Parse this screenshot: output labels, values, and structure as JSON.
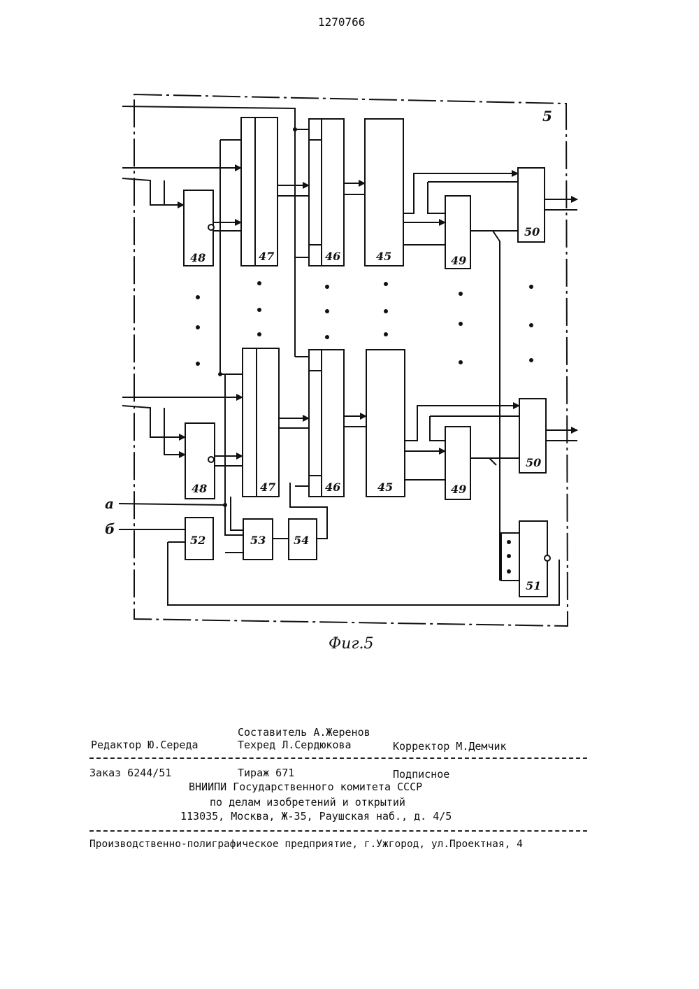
{
  "page": {
    "patent_number": "1270766"
  },
  "figure": {
    "caption": "Фиг.5",
    "frame_label": "5",
    "inputs": {
      "a": "а",
      "b": "б"
    },
    "blocks": {
      "b47": "47",
      "b46": "46",
      "b45": "45",
      "b48": "48",
      "b49": "49",
      "b50": "50",
      "b51": "51",
      "b52": "52",
      "b53": "53",
      "b54": "54"
    }
  },
  "imprint": {
    "composer": "Составитель А.Жеренов",
    "editor": "Редактор Ю.Середа",
    "techred": "Техред Л.Сердюкова",
    "corrector": "Корректор М.Демчик",
    "order": "Заказ 6244/51",
    "circulation": "Тираж 671",
    "subscription": "Подписное",
    "org_line1": "ВНИИПИ Государственного комитета СССР",
    "org_line2": "по делам изобретений и открытий",
    "address": "113035, Москва, Ж-35, Раушская наб., д. 4/5",
    "printer": "Производственно-полиграфическое предприятие, г.Ужгород, ул.Проектная, 4"
  }
}
